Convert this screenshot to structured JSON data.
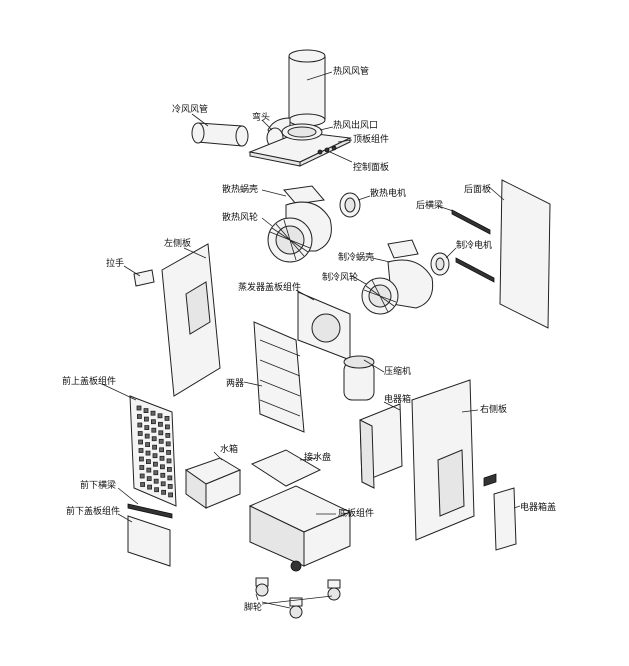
{
  "labels": {
    "hot_air_pipe": "热风风管",
    "cold_air_pipe": "冷风风管",
    "elbow": "弯头",
    "hot_air_outlet": "热风出风口",
    "top_plate_assembly": "顶板组件",
    "control_panel": "控制面板",
    "heat_volute": "散热蜗壳",
    "heat_motor": "散热电机",
    "heat_wheel": "散热风轮",
    "rear_panel": "后面板",
    "rear_beam": "后横梁",
    "cool_motor": "制冷电机",
    "left_side_panel": "左侧板",
    "handle": "拉手",
    "cool_volute": "制冷蜗壳",
    "cool_wheel": "制冷风轮",
    "evap_cover_assembly": "蒸发器盖板组件",
    "front_upper_cover_assembly": "前上盖板组件",
    "two_units": "两器",
    "compressor": "压缩机",
    "electric_box": "电器箱",
    "right_side_panel": "右侧板",
    "water_tank": "水箱",
    "drain_pan": "接水盘",
    "front_beam": "前下横梁",
    "front_lower_cover_assembly": "前下盖板组件",
    "base_assembly": "底板组件",
    "electric_box_cover": "电器箱盖",
    "casters": "脚轮"
  }
}
